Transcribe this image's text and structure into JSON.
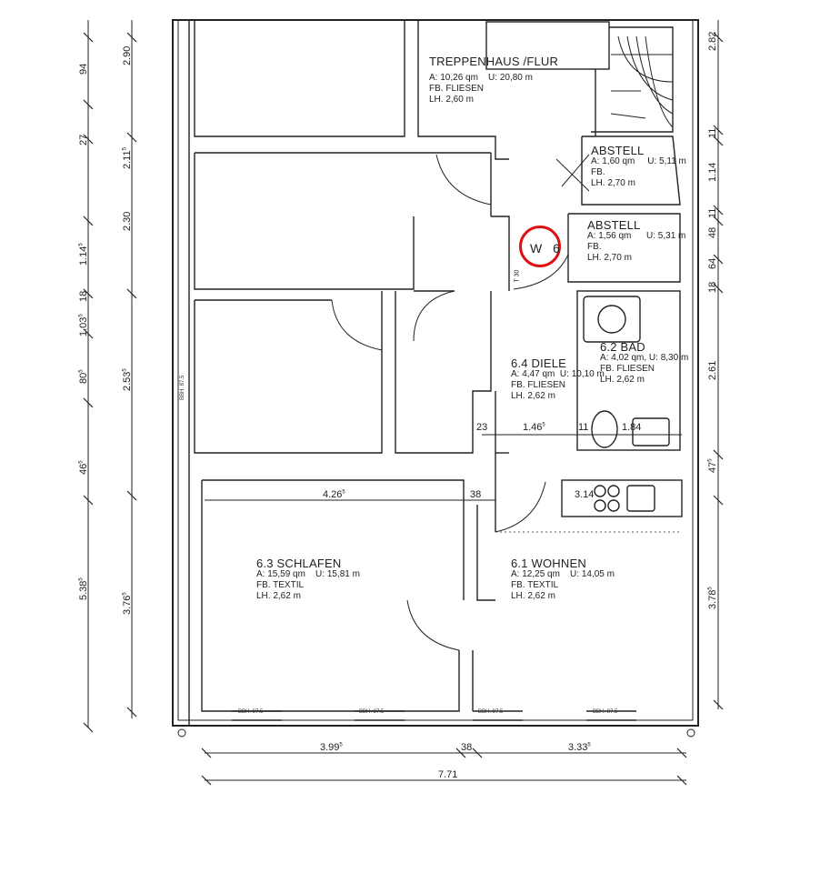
{
  "marker": {
    "label": "W 6",
    "color": "#dd1111"
  },
  "rooms": {
    "treppenhaus": {
      "name": "TREPPENHAUS /FLUR",
      "area": "A: 10,26 qm",
      "perimeter": "U: 20,80 m",
      "floor": "FB. FLIESEN",
      "height": "LH. 2,60 m"
    },
    "abstell1": {
      "name": "ABSTELL",
      "area": "A: 1,60 qm",
      "perimeter": "U: 5,11 m",
      "floor": "FB.",
      "height": "LH. 2,70 m"
    },
    "abstell2": {
      "name": "ABSTELL",
      "area": "A: 1,56 qm",
      "perimeter": "U: 5,31 m",
      "floor": "FB.",
      "height": "LH. 2,70 m"
    },
    "bad": {
      "name": "6.2  BAD",
      "area": "A: 4,02 qm",
      "perimeter": "U: 8,30 m",
      "floor": "FB. FLIESEN",
      "height": "LH. 2,62 m"
    },
    "diele": {
      "name": "6.4  DIELE",
      "area": "A: 4,47 qm",
      "perimeter": "U: 10,10 m",
      "floor": "FB. FLIESEN",
      "height": "LH. 2,62 m"
    },
    "schlafen": {
      "name": "6.3   SCHLAFEN",
      "area": "A: 15,59 qm",
      "perimeter": "U: 15,81 m",
      "floor": "FB. TEXTIL",
      "height": "LH. 2,62 m"
    },
    "wohnen": {
      "name": "6.1  WOHNEN",
      "area": "A: 12,25 qm",
      "perimeter": "U: 14,05 m",
      "floor": "FB. TEXTIL",
      "height": "LH. 2,62 m"
    }
  },
  "dimensions": {
    "bottom": {
      "a": "3.99",
      "a_sup": "5",
      "b": "38",
      "c": "3.33",
      "c_sup": "5",
      "total": "7.71"
    },
    "inner": {
      "d1": "4.26",
      "d1_sup": "5",
      "d2": "38",
      "d3": "3.14",
      "d4": "23",
      "d5": "1.46",
      "d5_sup": "5",
      "d6": "11",
      "d7": "1.84"
    },
    "left_outer": [
      "94",
      "27",
      "1.14",
      "18",
      "1.03",
      "80",
      "46",
      "5.38"
    ],
    "left_outer_sup": [
      "",
      "",
      "5",
      "",
      "5",
      "5",
      "5",
      "5"
    ],
    "left_inner": [
      "2.90",
      "2.11",
      "2.30",
      "2.53",
      "3.76"
    ],
    "left_inner_sup": [
      "",
      "5",
      "",
      "5",
      "5"
    ],
    "right": [
      "2.82",
      "11",
      "1.14",
      "11",
      "48",
      "64",
      "18",
      "2.61",
      "47",
      "3.78"
    ],
    "right_sup": [
      "",
      "",
      "",
      "",
      "",
      "",
      "",
      "",
      "5",
      "5"
    ],
    "misc": {
      "t30": "T 30",
      "bbh": "BBH. 87.5"
    }
  }
}
